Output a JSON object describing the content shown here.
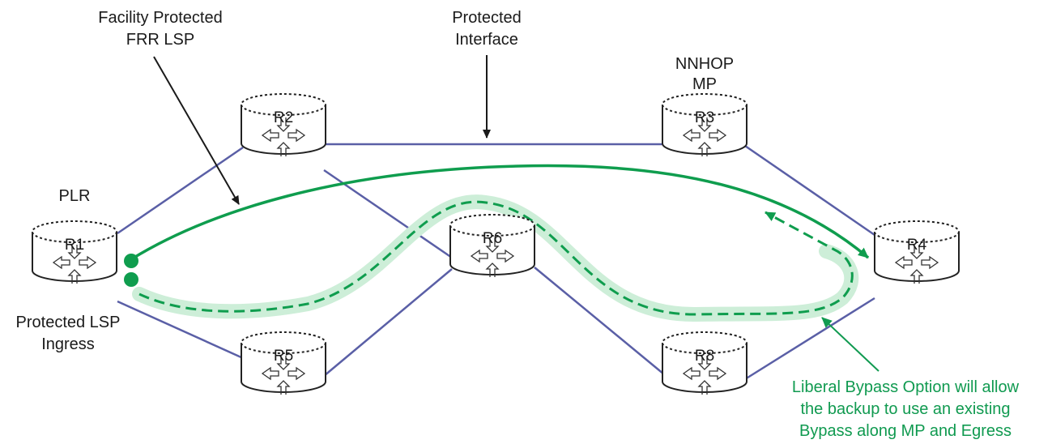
{
  "labels": {
    "facility_line1": "Facility Protected",
    "facility_line2": "FRR LSP",
    "protected_if_line1": "Protected",
    "protected_if_line2": "Interface",
    "nnhop_line1": "NNHOP",
    "nnhop_line2": "MP",
    "plr": "PLR",
    "protected_lsp_line1": "Protected LSP",
    "protected_lsp_line2": "Ingress",
    "liberal_line1": "Liberal Bypass Option will allow",
    "liberal_line2": "the backup to use an existing",
    "liberal_line3": "Bypass along MP and Egress"
  },
  "routers": {
    "r1": "R1",
    "r2": "R2",
    "r3": "R3",
    "r4": "R4",
    "r5": "R5",
    "r6": "R6",
    "r8": "R8"
  },
  "colors": {
    "link": "#5a5fa6",
    "lsp_green": "#0f9d4e",
    "bypass_glow": "#cdeed8",
    "callout_green": "#109a50",
    "router_stroke": "#222222"
  },
  "icons": {
    "router": "router-cylinder-icon",
    "arrow": "callout-arrow-icon"
  }
}
